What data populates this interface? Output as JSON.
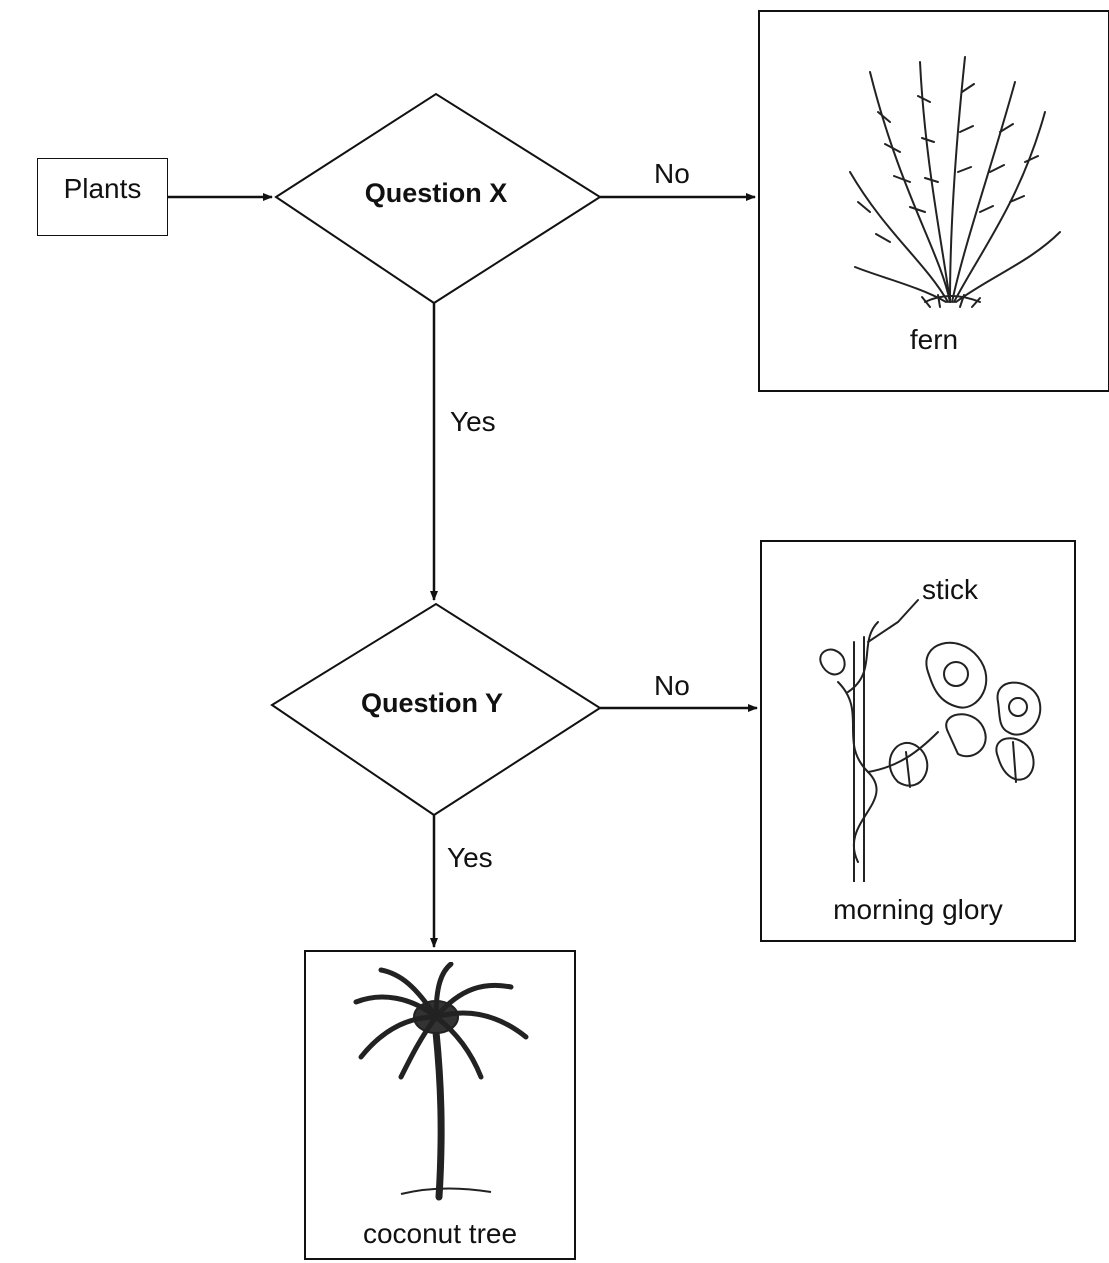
{
  "start": {
    "label": "Plants"
  },
  "question_x": {
    "label": "Question X",
    "no_label": "No",
    "yes_label": "Yes"
  },
  "question_y": {
    "label": "Question Y",
    "no_label": "No",
    "yes_label": "Yes"
  },
  "outcomes": {
    "fern": {
      "label": "fern"
    },
    "morning_glory": {
      "label": "morning glory",
      "callout": "stick"
    },
    "coconut_tree": {
      "label": "coconut tree"
    }
  }
}
